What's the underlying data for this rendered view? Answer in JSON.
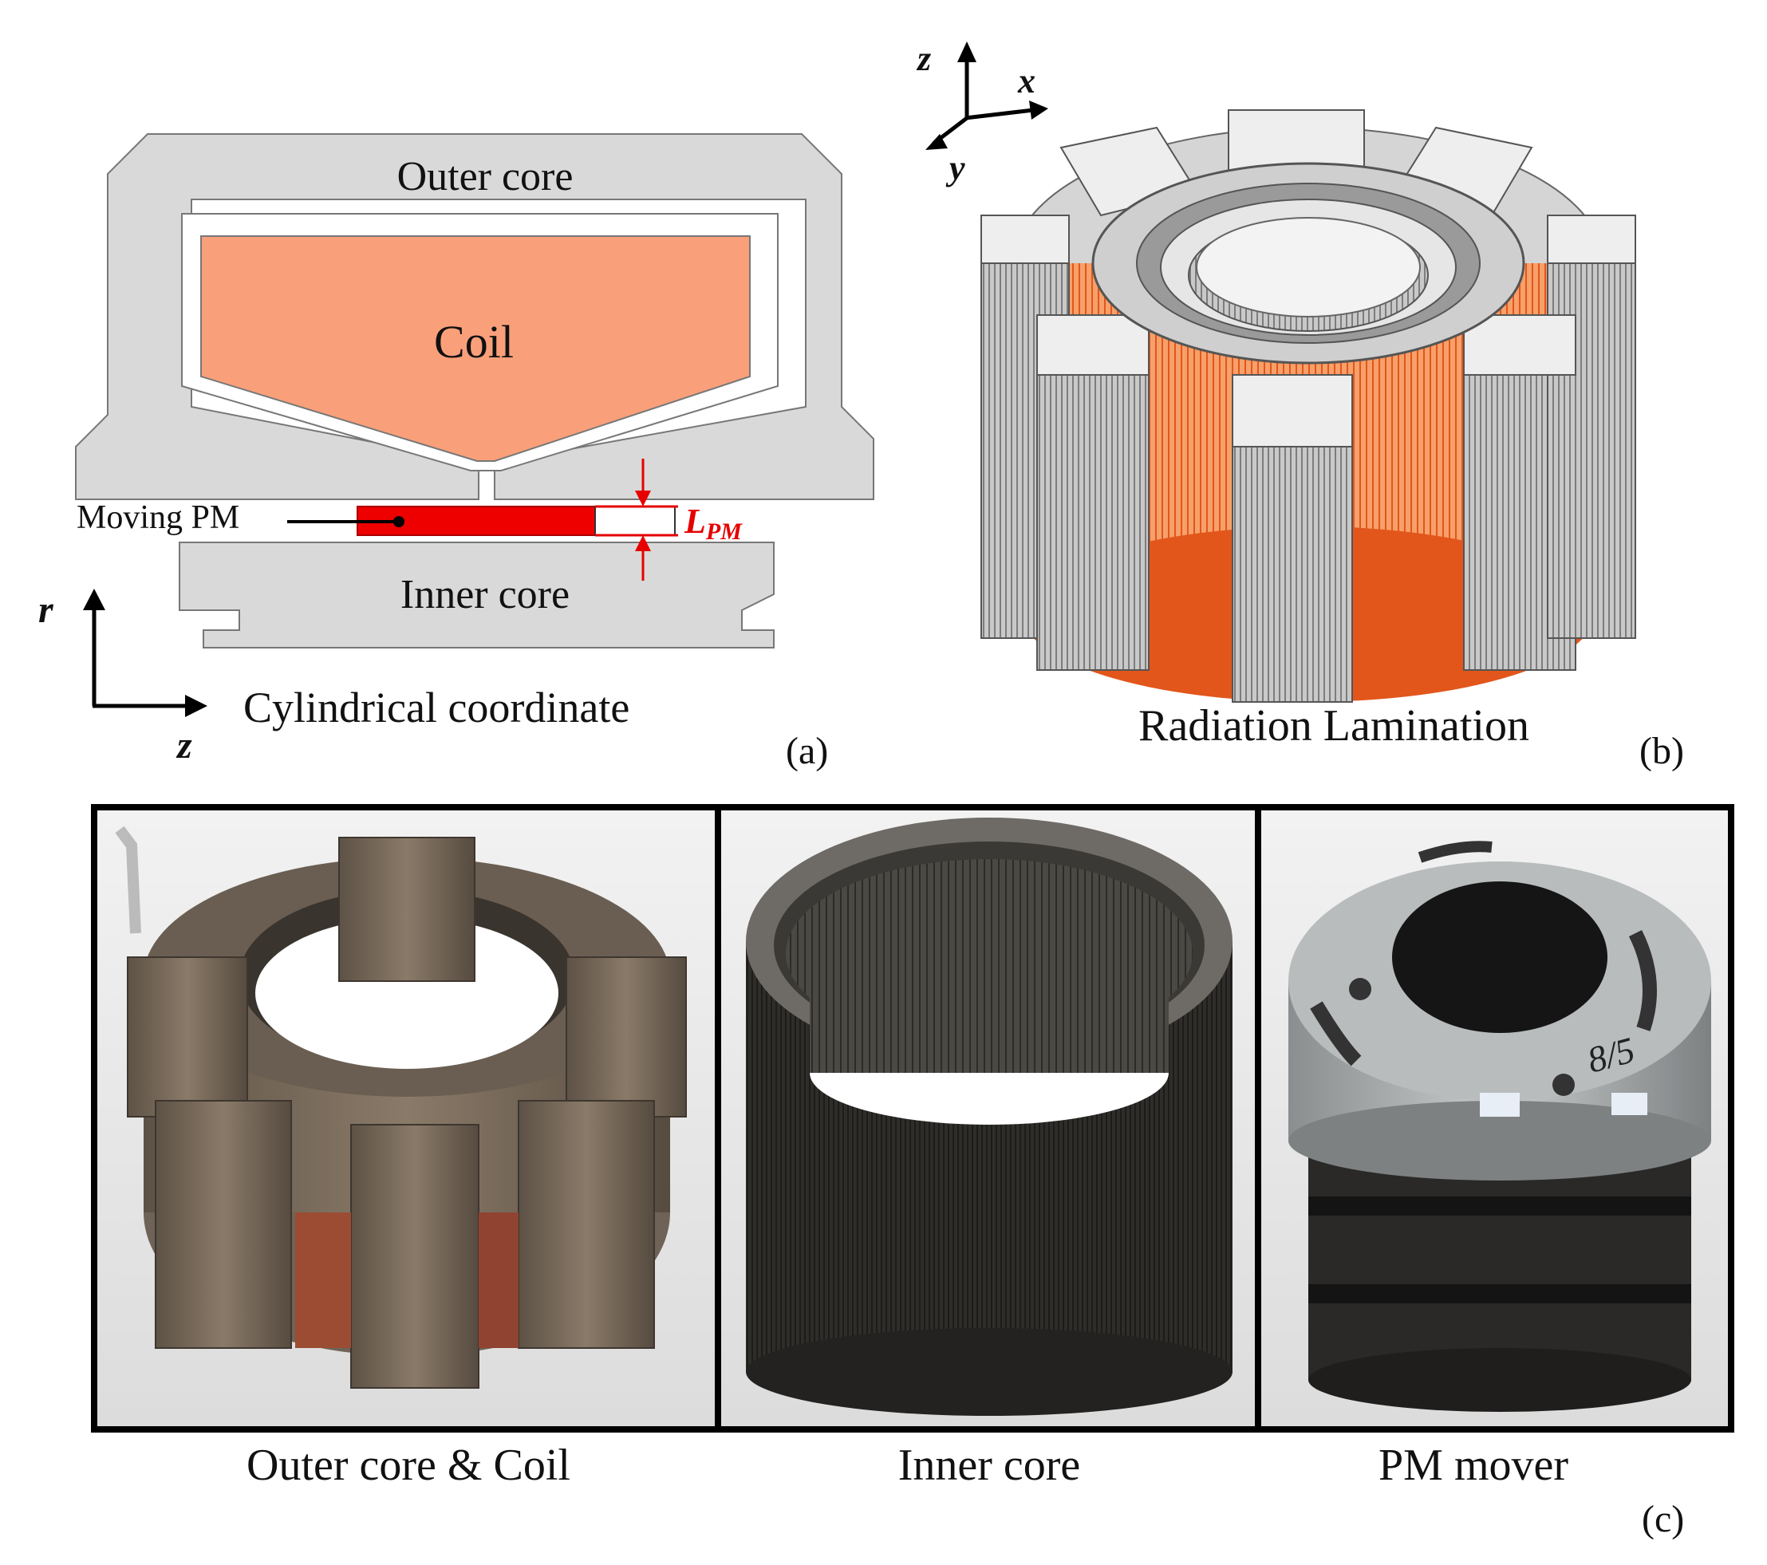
{
  "panel_a": {
    "outer_core": "Outer core",
    "coil": "Coil",
    "moving_pm": "Moving PM",
    "lpm_main": "L",
    "lpm_sub": "PM",
    "inner_core": "Inner core",
    "axis_r": "r",
    "axis_z": "z",
    "coord_caption": "Cylindrical coordinate",
    "panel_label": "(a)"
  },
  "panel_b": {
    "axis_z": "z",
    "axis_x": "x",
    "axis_y": "y",
    "caption": "Radiation Lamination",
    "panel_label": "(b)"
  },
  "panel_c": {
    "photo_1_caption": "Outer core & Coil",
    "photo_2_caption": "Inner core",
    "photo_3_caption": "PM mover",
    "mover_marking": "8/5",
    "panel_label": "(c)"
  },
  "colors": {
    "core_gray": "#d9d9d9",
    "coil_orange": "#f9a07a",
    "pm_red": "#ee0000",
    "dimension_red": "#e60000",
    "lamination_dark": "#8a8a8a",
    "coil_3d": "#f07a3c"
  }
}
